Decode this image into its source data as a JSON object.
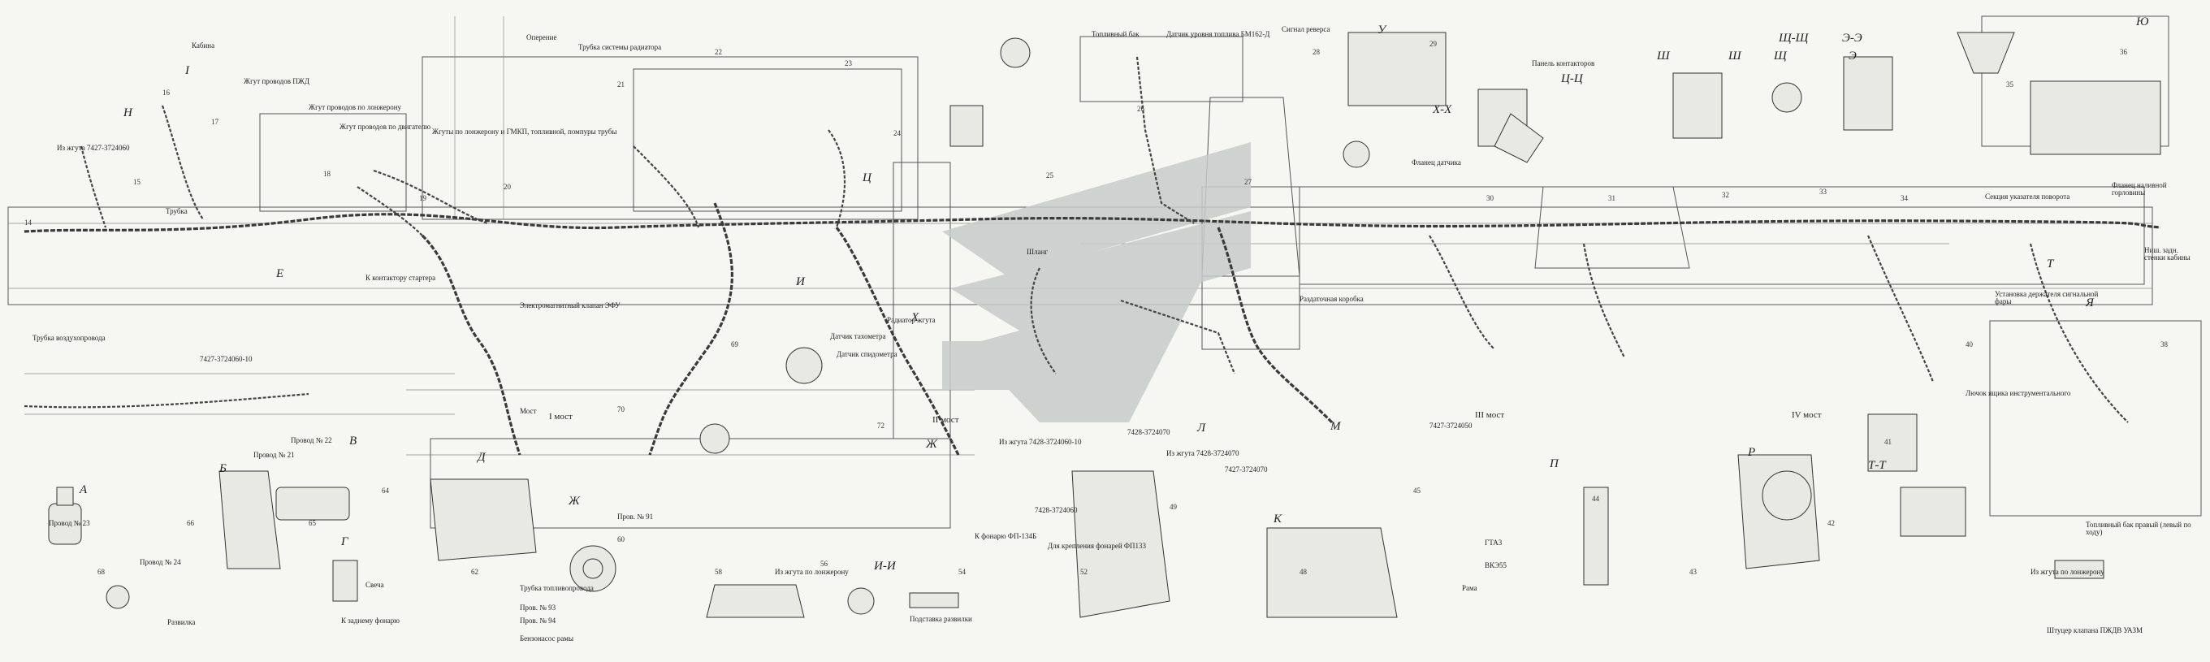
{
  "logo_color": "#c9cbcb",
  "line_color": "#333333",
  "callouts": [
    "Кабина",
    "Жгут проводов ПЖД",
    "Жгут проводов по лонжерону",
    "Жгут проводов по двигателю",
    "Оперение",
    "Трубка системы радиатора",
    "Жгуты по лонжерону и ГМКП, топливной, помпуры трубы",
    "Топливный бак",
    "Датчик уровня топлива БМ162-Д",
    "Сигнал реверса",
    "Панель контакторов",
    "Фланец датчика",
    "Из жгута 7427-3724060",
    "Трубка",
    "Трубка воздухопровода",
    "К контактору стартера",
    "Электромагнитный клапан ЭФУ",
    "Датчик тахометра",
    "Датчик спидометра",
    "Радиатор жгута",
    "Раздаточная коробка",
    "Шланг",
    "Из жгута 7428-3724070",
    "Провод № 21",
    "Провод № 22",
    "Провод № 23",
    "Провод № 24",
    "Развилка",
    "Свеча",
    "К заднему фонарю",
    "Трубка топливопровода",
    "Пров. № 93",
    "Пров. № 94",
    "Пров. № 91",
    "Бензонасос рамы",
    "Из жгута по лонжерону",
    "Подставка развилки",
    "К фонарю ФП-134Б",
    "Для крепления фонарей ФП133",
    "Из жгута 7428-3724060-10",
    "Рама",
    "Мост",
    "Секция указателя поворота",
    "Фланец наливной горловины",
    "Из жгута по лонжерону",
    "Штуцер клапана ПЖДВ УАЗМ",
    "Топливный бак правый (левый по ходу)",
    "Ниш. задн. стенки кабины",
    "Установка держателя сигнальной фары",
    "Лючок ящика инструментального",
    "ВКЭ55",
    "ГТА3"
  ],
  "section_letters": [
    "I",
    "Н",
    "Е",
    "Б",
    "В",
    "Г",
    "Д",
    "Ж",
    "Х",
    "И",
    "Ц",
    "У",
    "Ш",
    "Щ",
    "Э",
    "Ю",
    "Я",
    "Т",
    "П",
    "Р",
    "К",
    "М",
    "Л",
    "А",
    "Ж",
    "X-X",
    "Ц-Ц",
    "Ш",
    "Щ-Щ",
    "Э-Э",
    "Т-Т",
    "И-И"
  ],
  "part_numbers": [
    "14",
    "15",
    "16",
    "17",
    "18",
    "19",
    "20",
    "21",
    "22",
    "23",
    "24",
    "25",
    "26",
    "27",
    "28",
    "29",
    "30",
    "31",
    "32",
    "33",
    "34",
    "35",
    "36",
    "38",
    "40",
    "41",
    "42",
    "43",
    "44",
    "45",
    "48",
    "49",
    "52",
    "54",
    "56",
    "58",
    "60",
    "62",
    "64",
    "65",
    "66",
    "68",
    "69",
    "70",
    "72"
  ],
  "drawing_codes": [
    "7427-3724060-10",
    "7427-3724050",
    "7428-3724070",
    "7427-3724070",
    "7428-3724060",
    "IV мост",
    "III мост",
    "II мост",
    "I мост"
  ]
}
